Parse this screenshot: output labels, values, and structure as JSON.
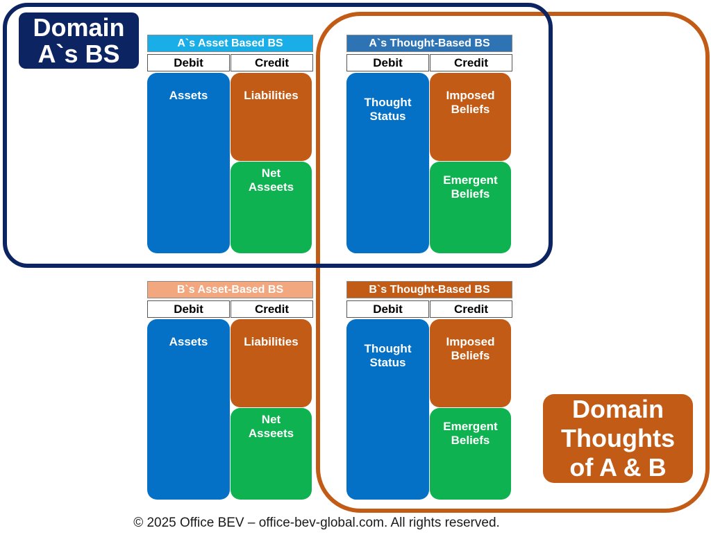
{
  "domains": {
    "a_bs": "Domain\nA`s BS",
    "thoughts": "Domain\nThoughts\nof A & B"
  },
  "balance_sheets": {
    "a_asset": {
      "title": "A`s Asset Based BS",
      "title_color": "#1aaee8",
      "debit": "Debit",
      "credit": "Credit",
      "debit_block": "Assets",
      "credit_top": "Liabilities",
      "credit_bottom": "Net\nAsseets"
    },
    "a_thought": {
      "title": "A`s Thought-Based BS",
      "title_color": "#2e74b5",
      "debit": "Debit",
      "credit": "Credit",
      "debit_block": "Thought\nStatus",
      "credit_top": "Imposed\nBeliefs",
      "credit_bottom": "Emergent\nBeliefs"
    },
    "b_asset": {
      "title": "B`s Asset-Based BS",
      "title_color": "#f2a77e",
      "debit": "Debit",
      "credit": "Credit",
      "debit_block": "Assets",
      "credit_top": "Liabilities",
      "credit_bottom": "Net\nAsseets"
    },
    "b_thought": {
      "title": "B`s Thought-Based BS",
      "title_color": "#c25b16",
      "debit": "Debit",
      "credit": "Credit",
      "debit_block": "Thought\nStatus",
      "credit_top": "Imposed\nBeliefs",
      "credit_bottom": "Emergent\nBeliefs"
    }
  },
  "colors": {
    "domain_a": "#0d2462",
    "domain_thoughts": "#c25b16",
    "debit_block": "#0470c6",
    "credit_top_block": "#c25b16",
    "credit_bottom_block": "#0fb250"
  },
  "footer": "© 2025 Office BEV – office-bev-global.com. All rights reserved."
}
